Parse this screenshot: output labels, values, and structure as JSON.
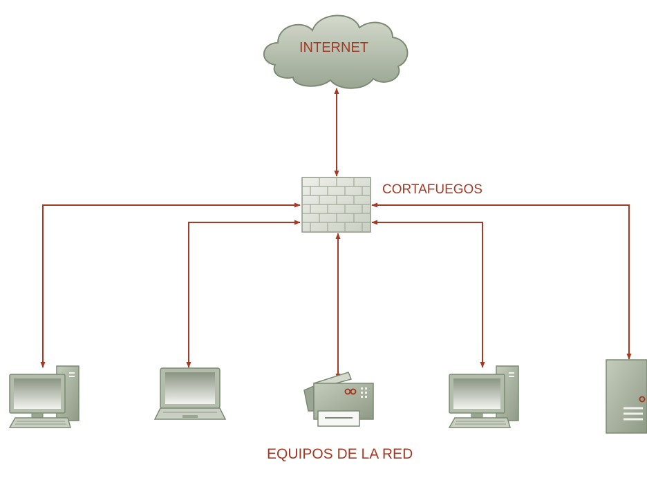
{
  "diagram": {
    "internet_label": "INTERNET",
    "firewall_label": "CORTAFUEGOS",
    "network_label": "EQUIPOS DE LA RED"
  },
  "colors": {
    "connector": "#a33a25",
    "label_text": "#a33a25",
    "device_fill": "#a9b3a0",
    "device_outline": "#7a8a72"
  },
  "icons": {
    "cloud": "cloud-icon",
    "firewall": "brick-wall-firewall-icon",
    "desktop": "desktop-computer-icon",
    "laptop": "laptop-icon",
    "printer": "printer-icon",
    "server": "server-icon"
  }
}
